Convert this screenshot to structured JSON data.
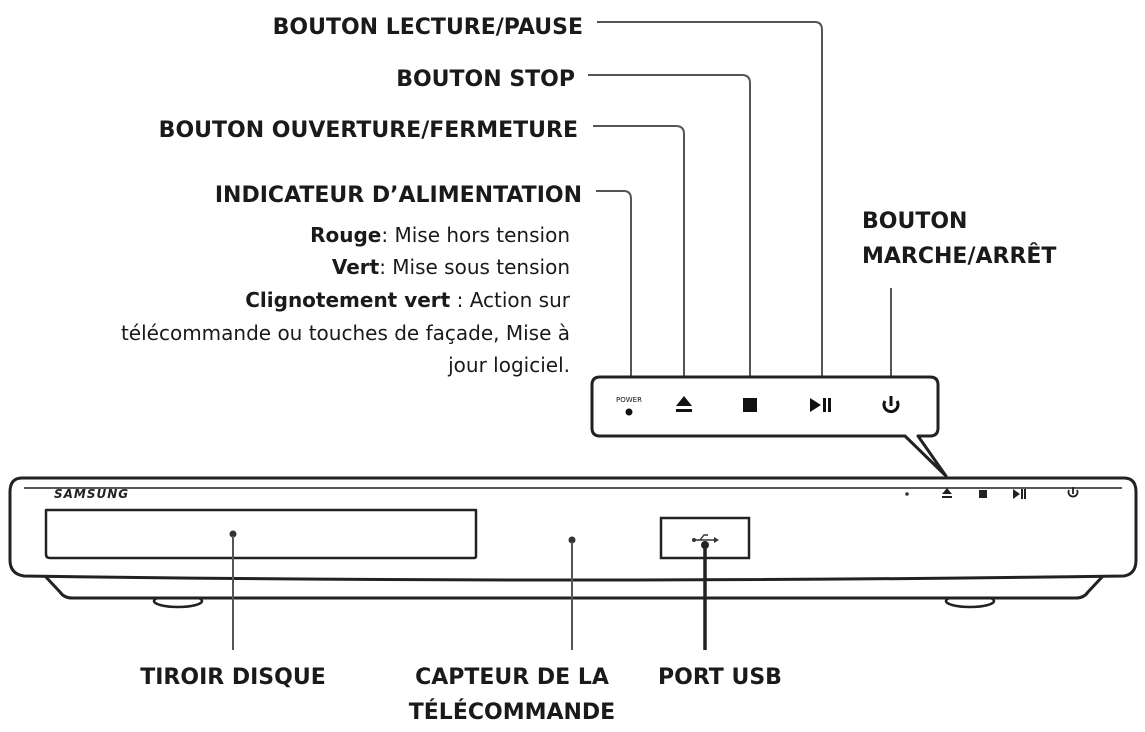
{
  "labels": {
    "play_pause": "BOUTON LECTURE/PAUSE",
    "stop": "BOUTON STOP",
    "open_close": "BOUTON OUVERTURE/FERMETURE",
    "power_indicator": "INDICATEUR D’ALIMENTATION",
    "power_button_line1": "BOUTON",
    "power_button_line2": "MARCHE/ARRÊT",
    "disc_tray": "TIROIR DISQUE",
    "remote_sensor_line1": "CAPTEUR DE LA",
    "remote_sensor_line2": "TÉLÉCOMMANDE",
    "usb_port": "PORT USB"
  },
  "indicator_states": {
    "red_term": "Rouge",
    "red_desc": ": Mise hors tension",
    "green_term": "Vert",
    "green_desc": ": Mise sous tension",
    "blink_term": "Clignotement vert",
    "blink_desc": " : Action sur",
    "blink_line2": "télécommande ou touches de façade, Mise à",
    "blink_line3": "jour logiciel."
  },
  "device": {
    "brand": "SAMSUNG",
    "power_led_label": "POWER"
  },
  "icons": {
    "eject": "eject-icon",
    "stop": "stop-icon",
    "play_pause": "play-pause-icon",
    "power": "power-icon",
    "usb": "usb-icon"
  },
  "colors": {
    "ink": "#1a1a1a",
    "leader": "#555555"
  }
}
